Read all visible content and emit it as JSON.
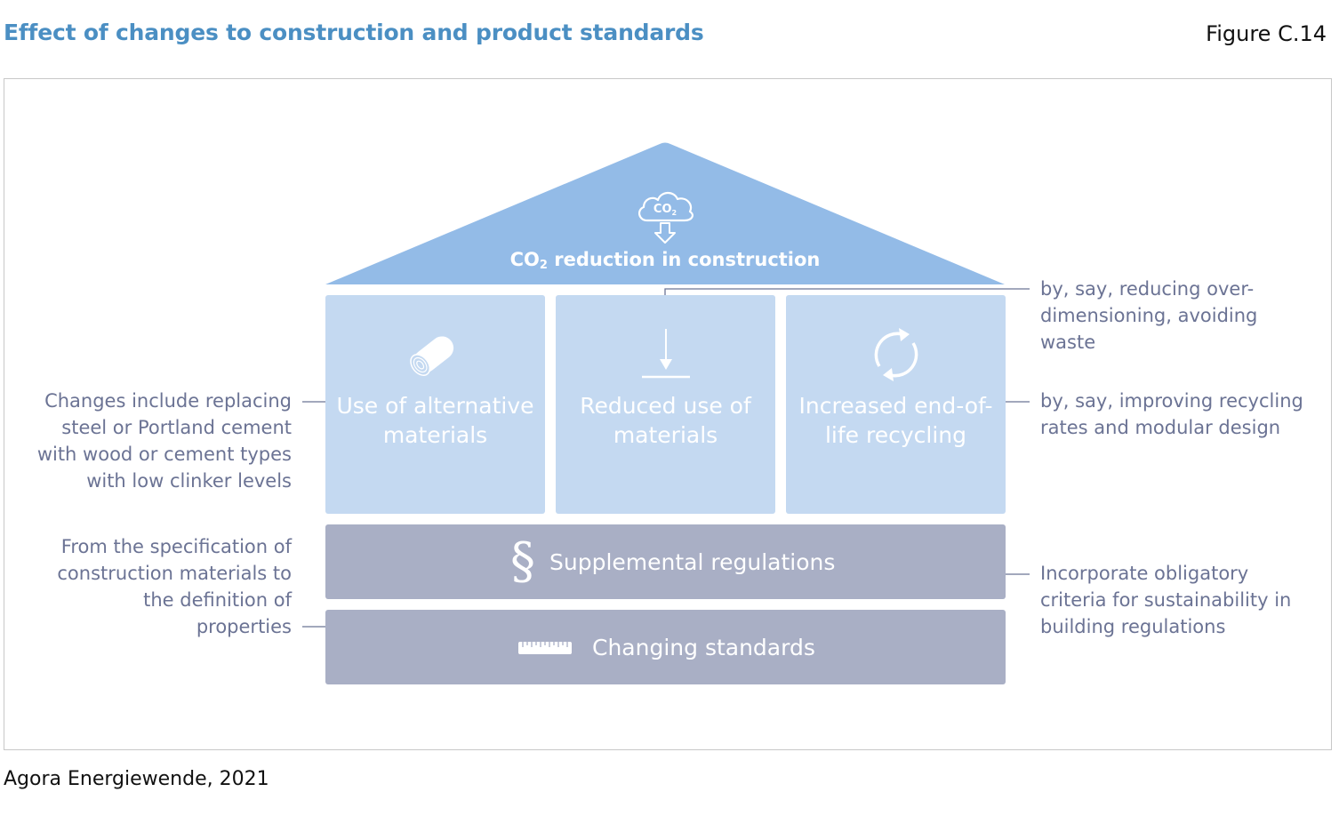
{
  "header": {
    "title": "Effect of changes to construction and product standards",
    "figure_label": "Figure C.14"
  },
  "roof": {
    "label_prefix": "CO",
    "label_subscript": "2",
    "label_suffix": " reduction in construction",
    "icon_text_main": "CO",
    "icon_text_sub": "2",
    "icon": "co2-cloud-down-arrow-icon",
    "color": "#93bbe7"
  },
  "pillars": [
    {
      "label": "Use of alternative materials",
      "icon": "wood-log-icon"
    },
    {
      "label": "Reduced use of materials",
      "icon": "down-arrow-to-line-icon"
    },
    {
      "label": "Increased end-of-life recycling",
      "icon": "recycle-arrows-icon"
    }
  ],
  "bases": [
    {
      "label": "Supplemental regulations",
      "icon": "section-sign-icon"
    },
    {
      "label": "Changing standards",
      "icon": "ruler-icon"
    }
  ],
  "notes": {
    "left_pillar": "Changes include replacing steel or Portland cement with wood or cement types with low clinker levels",
    "left_standards": "From the specification of construction materials to the definition of properties",
    "right_reduced": "by, say, reducing over-dimensioning, avoiding waste",
    "right_recycling": "by, say, improving recycling rates and modular design",
    "right_regulations": "Incorporate obligatory criteria for sustainability in building regulations"
  },
  "source": "Agora Energiewende, 2021",
  "colors": {
    "title": "#4b8fc3",
    "pillar": "#c4d9f1",
    "base": "#a9afc5",
    "note_text": "#6b7394",
    "connector": "#6b7394"
  }
}
